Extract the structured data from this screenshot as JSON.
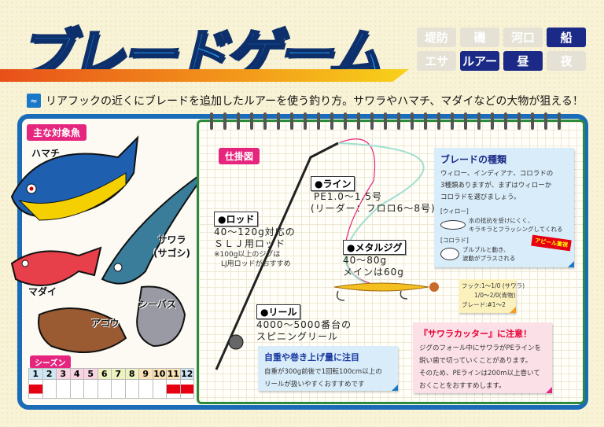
{
  "title": "ブレードゲーム",
  "tags": [
    {
      "label": "堤防",
      "active": false
    },
    {
      "label": "磯",
      "active": false
    },
    {
      "label": "河口",
      "active": false
    },
    {
      "label": "船",
      "active": true
    },
    {
      "label": "エサ",
      "active": false
    },
    {
      "label": "ルアー",
      "active": true
    },
    {
      "label": "昼",
      "active": true
    },
    {
      "label": "夜",
      "active": false
    }
  ],
  "description": "リアフックの近くにブレードを追加したルアーを使う釣り方。サワラやハマチ、マダイなどの大物が狙える！",
  "targets": {
    "label": "主な対象魚",
    "fish": [
      "ハマチ",
      "サワラ\n(サゴシ)",
      "マダイ",
      "シーバス",
      "アコウ"
    ]
  },
  "season": {
    "label": "シーズン",
    "months": [
      "1",
      "2",
      "3",
      "4",
      "5",
      "6",
      "7",
      "8",
      "9",
      "10",
      "11",
      "12"
    ],
    "active_months": [
      1,
      11,
      12
    ]
  },
  "diagram": {
    "label": "仕掛図",
    "rod": {
      "label": "●ロッド",
      "spec": [
        "40〜120g対応の",
        "ＳＬＪ用ロッド"
      ],
      "note": [
        "※100g以上のジグは",
        "　LJ用ロッドがおすすめ"
      ]
    },
    "line": {
      "label": "●ライン",
      "spec": [
        "PE1.0〜1.5号",
        "(リーダー：フロロ6〜8号)"
      ]
    },
    "jig": {
      "label": "●メタルジグ",
      "spec": [
        "40〜80g",
        "メインは60g"
      ]
    },
    "reel": {
      "label": "●リール",
      "spec": [
        "4000〜5000番台の",
        "スピニングリール"
      ]
    },
    "hook_card": [
      "フック:1〜1/0 (サワラ)",
      "1/0〜2/0(青物)",
      "ブレード:#1〜2"
    ],
    "blade_card": {
      "title": "ブレードの種類",
      "body": [
        "ウィロー、インディアナ、コロラドの",
        "3種類ありますが、まずはウィローか",
        "コロラドを選びましょう。"
      ],
      "willow": {
        "label": "[ウィロー]",
        "desc": [
          "水の抵抗を受けにくく、",
          "キラキラとフラッシングしてくれる"
        ]
      },
      "colorado": {
        "label": "[コロラド]",
        "desc": [
          "ブルブルと動き、",
          "波動がプラスされる"
        ],
        "badge": "アピール重視"
      }
    },
    "reel_card": {
      "title": "自重や巻き上げ量に注目",
      "body": [
        "自重が300g前後で1回転100cm以上の",
        "リールが扱いやすくおすすめです"
      ]
    },
    "warning_card": {
      "title": "『サワラカッター』に注意！",
      "body": [
        "ジグのフォール中にサワラがPEラインを",
        "鋭い歯で切っていくことがあります。",
        "そのため、PEラインは200m以上巻いて",
        "おくことをおすすめします。"
      ]
    }
  },
  "colors": {
    "accent": "#1e95e0",
    "navy": "#1b2a86",
    "pink": "#e6257e",
    "panel_border": "#1a6cb8",
    "notebook_border": "#2c8a3c",
    "season": "#e60012"
  }
}
